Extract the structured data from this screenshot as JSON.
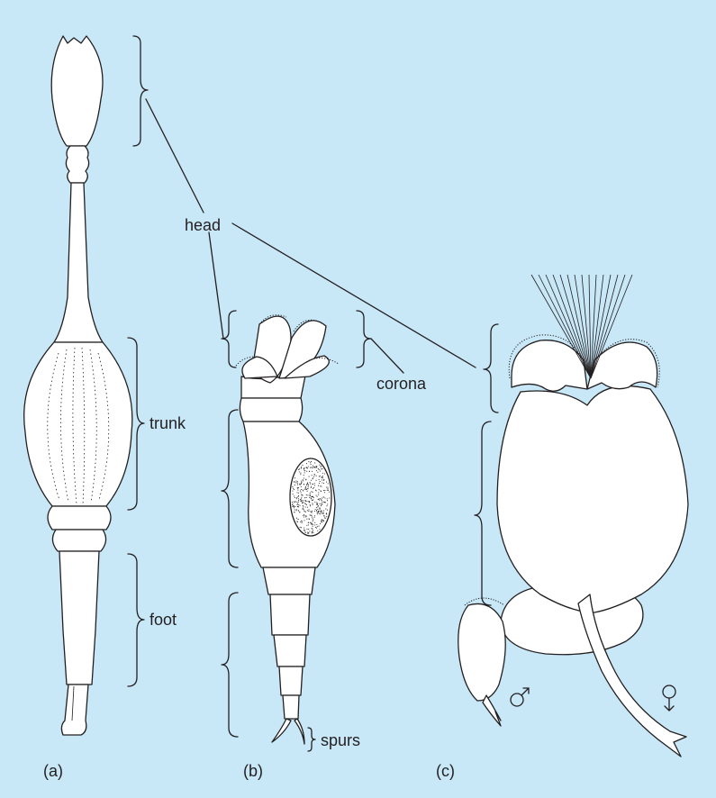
{
  "colors": {
    "background": "#c8e8f8",
    "ink": "#231f20",
    "body_fill": "#ffffff"
  },
  "labels": {
    "head": "head",
    "corona": "corona",
    "trunk": "trunk",
    "foot": "foot",
    "spurs": "spurs"
  },
  "panels": {
    "a": "(a)",
    "b": "(b)",
    "c": "(c)"
  },
  "symbols": {
    "male": "♂",
    "female": "♀"
  }
}
